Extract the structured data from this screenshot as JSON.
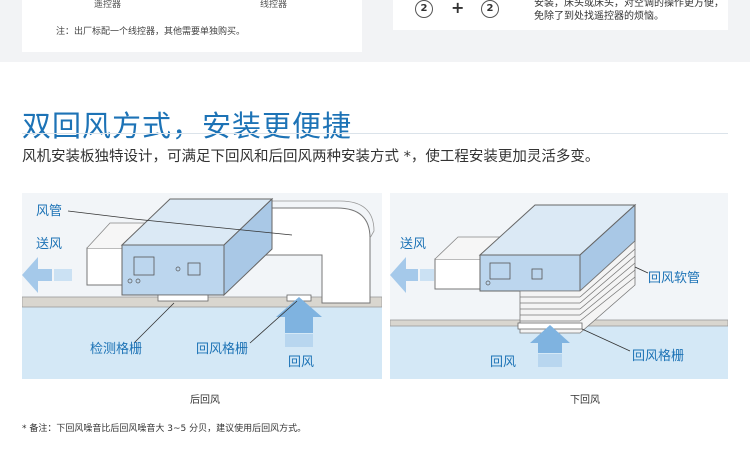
{
  "top": {
    "left_item_labels": [
      "遥控器",
      "线控器"
    ],
    "note": "注：出厂标配一个线控器，其他需要单独购买。",
    "combo_circle_1": "2",
    "combo_plus": "+",
    "combo_circle_2": "2",
    "right_text": "安装，床头或床头，对空调的操作更方便，免除了到处找遥控器的烦恼。"
  },
  "section": {
    "title": "双回风方式，安装更便捷",
    "description": "风机安装板独特设计，可满足下回风和后回风两种安装方式 *，使工程安装更加灵活多变。"
  },
  "diagrams": {
    "rear": {
      "labels": {
        "fan_duct": "风管",
        "supply_air": "送风",
        "inspection_grille": "检测格栅",
        "return_grille": "回风格栅",
        "return_air": "回风"
      },
      "caption": "后回风"
    },
    "bottom": {
      "labels": {
        "supply_air": "送风",
        "return_hose": "回风软管",
        "return_grille": "回风格栅",
        "return_air": "回风"
      },
      "caption": "下回风"
    }
  },
  "footnote": "* 备注：下回风噪音比后回风噪音大 3~5 分贝，建议使用后回风方式。",
  "colors": {
    "title_blue": "#1d73b6",
    "label_blue": "#1d73b6",
    "unit_blue": "#bcd6ee",
    "floor_blue": "#d4e8f6",
    "arrow_blue": "#7fb3e0"
  }
}
